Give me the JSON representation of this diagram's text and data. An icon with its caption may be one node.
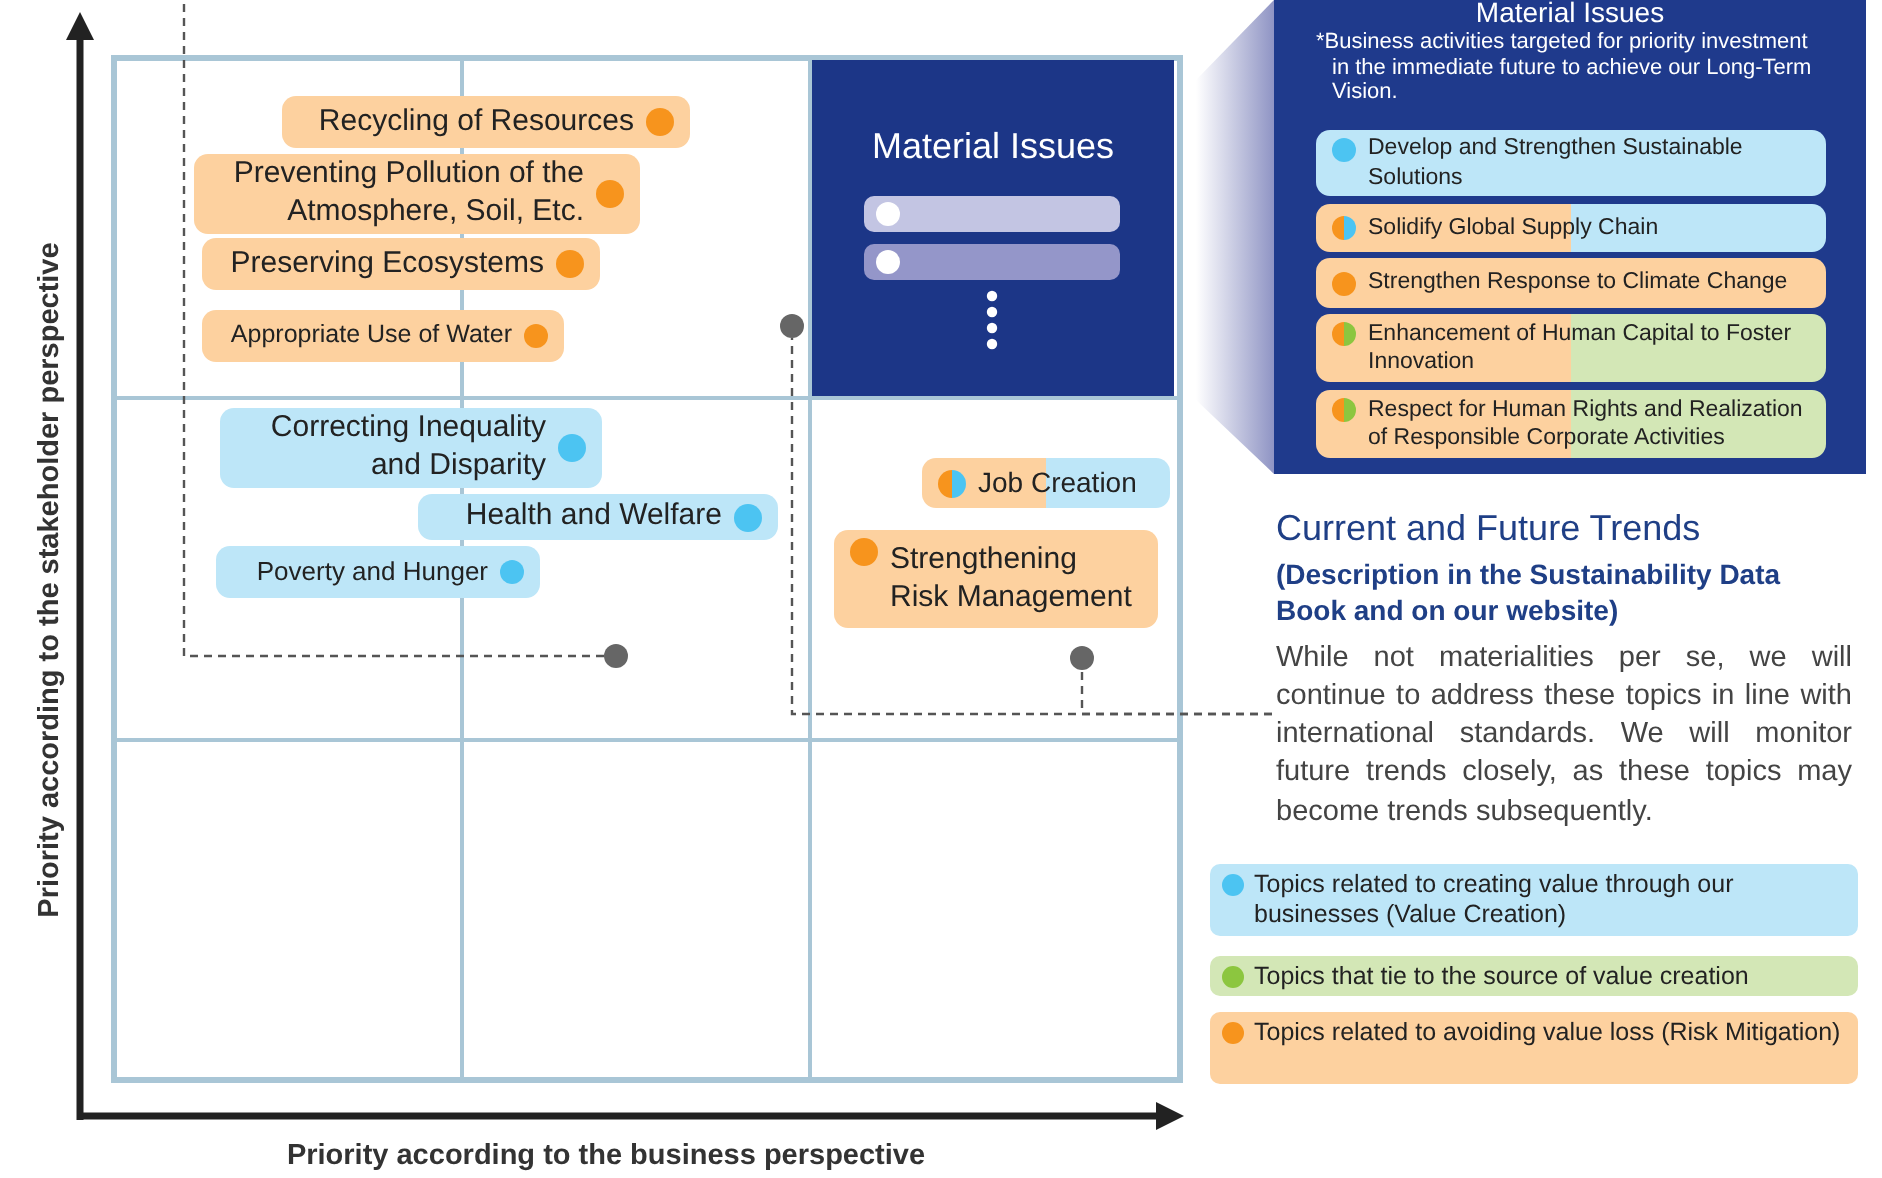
{
  "diagram": {
    "nodes": [
      {
        "text": [
          "Recycling of Resources"
        ]
      },
      {
        "text": [
          "Preventing Pollution of the Atmosphere, Soil, Etc."
        ]
      },
      {
        "text": [
          "Preserving Ecosystems"
        ]
      },
      {
        "text": [
          "Appropriate Use of Water"
        ]
      },
      {
        "text": [
          "Correcting Inequality and Disparity"
        ]
      },
      {
        "text": [
          "Health and Welfare"
        ]
      },
      {
        "text": [
          "Poverty and Hunger"
        ]
      },
      {
        "text": [
          "Job Creation"
        ]
      },
      {
        "text": [
          "Strengthening Risk Management"
        ]
      },
      {
        "text": [
          "Material Issues"
        ]
      },
      {
        "text": [
          "Material Issues",
          "*Business activities targeted for priority investment in the immediate future to achieve our Long-Term Vision."
        ]
      },
      {
        "text": [
          "Develop and Strengthen Sustainable Solutions"
        ],
        "in": 10
      },
      {
        "text": [
          "Solidify Global Supply Chain"
        ],
        "in": 10
      },
      {
        "text": [
          "Strengthen Response to Climate Change"
        ],
        "in": 10
      },
      {
        "text": [
          "Enhancement of Human Capital to Foster Innovation"
        ],
        "in": 10
      },
      {
        "text": [
          "Respect for Human Rights and Realization of Responsible Corporate Activities"
        ],
        "in": 10
      },
      {
        "text": [
          "Current and Future Trends",
          "(Description in the Sustainability Data Book and on our website)",
          "While not materialities per se, we will continue to address these topics in line with international standards. We will monitor future trends closely, as these topics may become trends subsequently."
        ]
      },
      {
        "text": [],
        "shape": "circle"
      },
      {
        "text": [],
        "shape": "circle"
      },
      {
        "text": [],
        "shape": "circle"
      },
      {
        "text": [],
        "shape": "trapezoid"
      }
    ],
    "edges": [
      {
        "from": 16,
        "to": 18,
        "arrow": "none",
        "style": "dashed"
      },
      {
        "from": 16,
        "to": 19,
        "arrow": "none",
        "style": "dashed"
      },
      {
        "from": 17,
        "to": null,
        "arrow": "none",
        "style": "dashed"
      }
    ],
    "labels": [
      "Priority according to the stakeholder perspective",
      "Priority according to the business perspective"
    ],
    "legend": [
      {
        "text": "Topics related to creating value through our businesses (Value Creation)",
        "color": "#4cc4f2"
      },
      {
        "text": "Topics that tie to the source of value creation",
        "color": "#8cc63f"
      },
      {
        "text": "Topics related to avoiding value loss (Risk Mitigation)",
        "color": "#f7941d"
      }
    ]
  }
}
